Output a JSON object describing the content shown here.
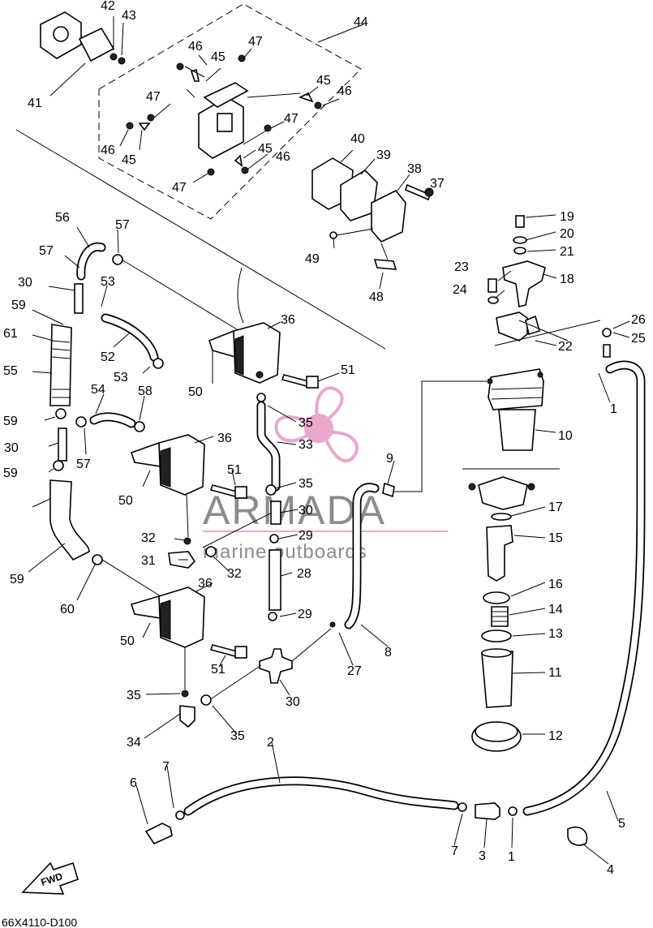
{
  "diagram_code": "66X4110-D100",
  "direction_label": "FWD",
  "watermark": {
    "brand": "ARMADA",
    "tagline": "marine outboards",
    "color_gray": "#8c8c8c",
    "color_pink": "#e9a8cc"
  },
  "callouts": [
    "1",
    "1",
    "2",
    "3",
    "4",
    "5",
    "6",
    "7",
    "7",
    "8",
    "9",
    "10",
    "11",
    "12",
    "13",
    "14",
    "15",
    "16",
    "17",
    "18",
    "19",
    "20",
    "21",
    "22",
    "23",
    "24",
    "25",
    "26",
    "27",
    "28",
    "29",
    "29",
    "30",
    "30",
    "30",
    "30",
    "31",
    "32",
    "32",
    "33",
    "34",
    "35",
    "35",
    "35",
    "35",
    "36",
    "36",
    "36",
    "37",
    "38",
    "39",
    "40",
    "41",
    "42",
    "43",
    "44",
    "45",
    "45",
    "45",
    "45",
    "46",
    "46",
    "46",
    "46",
    "47",
    "47",
    "47",
    "47",
    "48",
    "49",
    "50",
    "50",
    "50",
    "51",
    "51",
    "51",
    "52",
    "53",
    "53",
    "54",
    "55",
    "56",
    "57",
    "57",
    "57",
    "58",
    "59",
    "59",
    "59",
    "59",
    "60",
    "61"
  ]
}
